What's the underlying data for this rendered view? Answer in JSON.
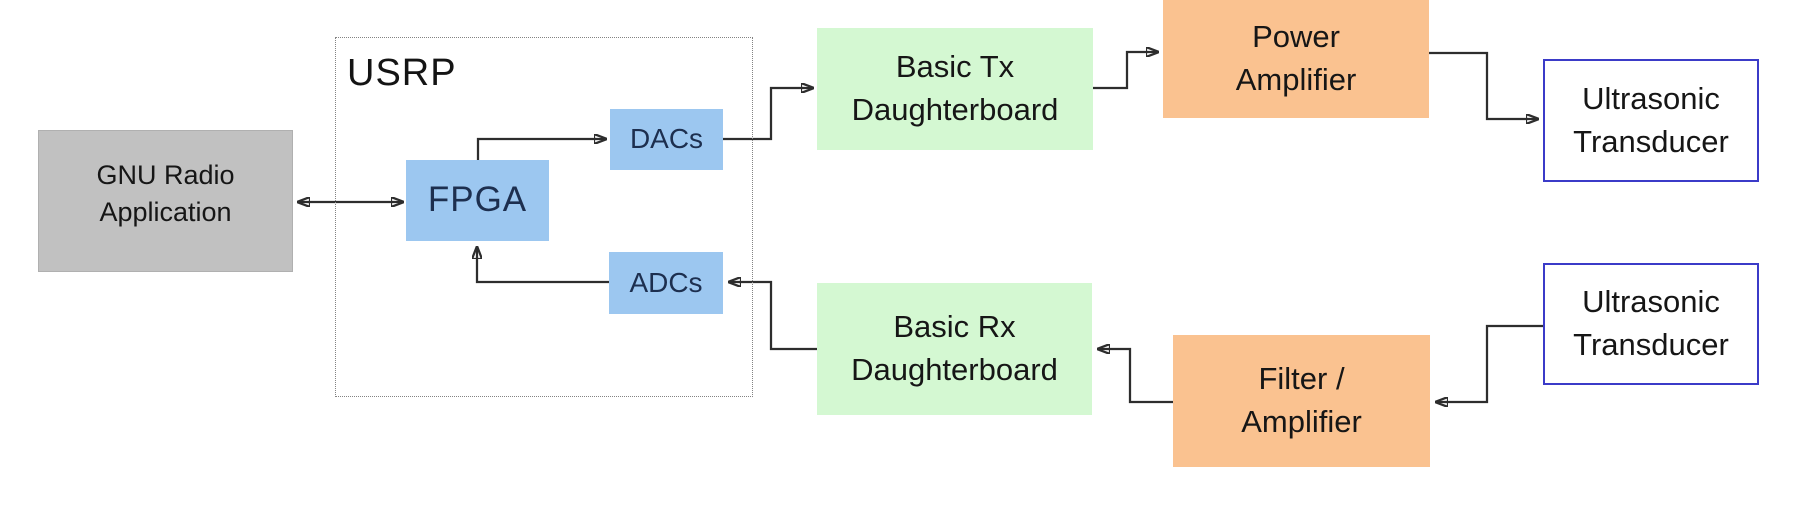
{
  "colors": {
    "gray_fill": "#c1c1c1",
    "blue_fill": "#9cc7f0",
    "green_fill": "#d4f8d2",
    "orange_fill": "#fac290",
    "transducer_border": "#3b3bc8",
    "blue_text": "#1d2f4f",
    "wire": "#2d2d2d"
  },
  "nodes": {
    "gnu_radio_application": {
      "label": "GNU Radio\nApplication"
    },
    "usrp_group": {
      "label": "USRP"
    },
    "fpga": {
      "label": "FPGA"
    },
    "dacs": {
      "label": "DACs"
    },
    "adcs": {
      "label": "ADCs"
    },
    "basic_tx_daughterboard": {
      "label": "Basic Tx\nDaughterboard"
    },
    "basic_rx_daughterboard": {
      "label": "Basic Rx\nDaughterboard"
    },
    "power_amplifier": {
      "label": "Power\nAmplifier"
    },
    "filter_amplifier": {
      "label": "Filter /\nAmplifier"
    },
    "ultrasonic_transducer_tx": {
      "label": "Ultrasonic\nTransducer"
    },
    "ultrasonic_transducer_rx": {
      "label": "Ultrasonic\nTransducer"
    }
  },
  "connections": [
    {
      "from": "GNU Radio Application",
      "to": "FPGA",
      "direction": "bidirectional"
    },
    {
      "from": "FPGA",
      "to": "DACs",
      "direction": "forward"
    },
    {
      "from": "DACs",
      "to": "Basic Tx Daughterboard",
      "direction": "forward"
    },
    {
      "from": "Basic Tx Daughterboard",
      "to": "Power Amplifier",
      "direction": "forward"
    },
    {
      "from": "Power Amplifier",
      "to": "Ultrasonic Transducer (top)",
      "direction": "forward"
    },
    {
      "from": "Ultrasonic Transducer (bottom)",
      "to": "Filter / Amplifier",
      "direction": "forward"
    },
    {
      "from": "Filter / Amplifier",
      "to": "Basic Rx Daughterboard",
      "direction": "forward"
    },
    {
      "from": "Basic Rx Daughterboard",
      "to": "ADCs",
      "direction": "forward"
    },
    {
      "from": "ADCs",
      "to": "FPGA",
      "direction": "forward"
    }
  ]
}
